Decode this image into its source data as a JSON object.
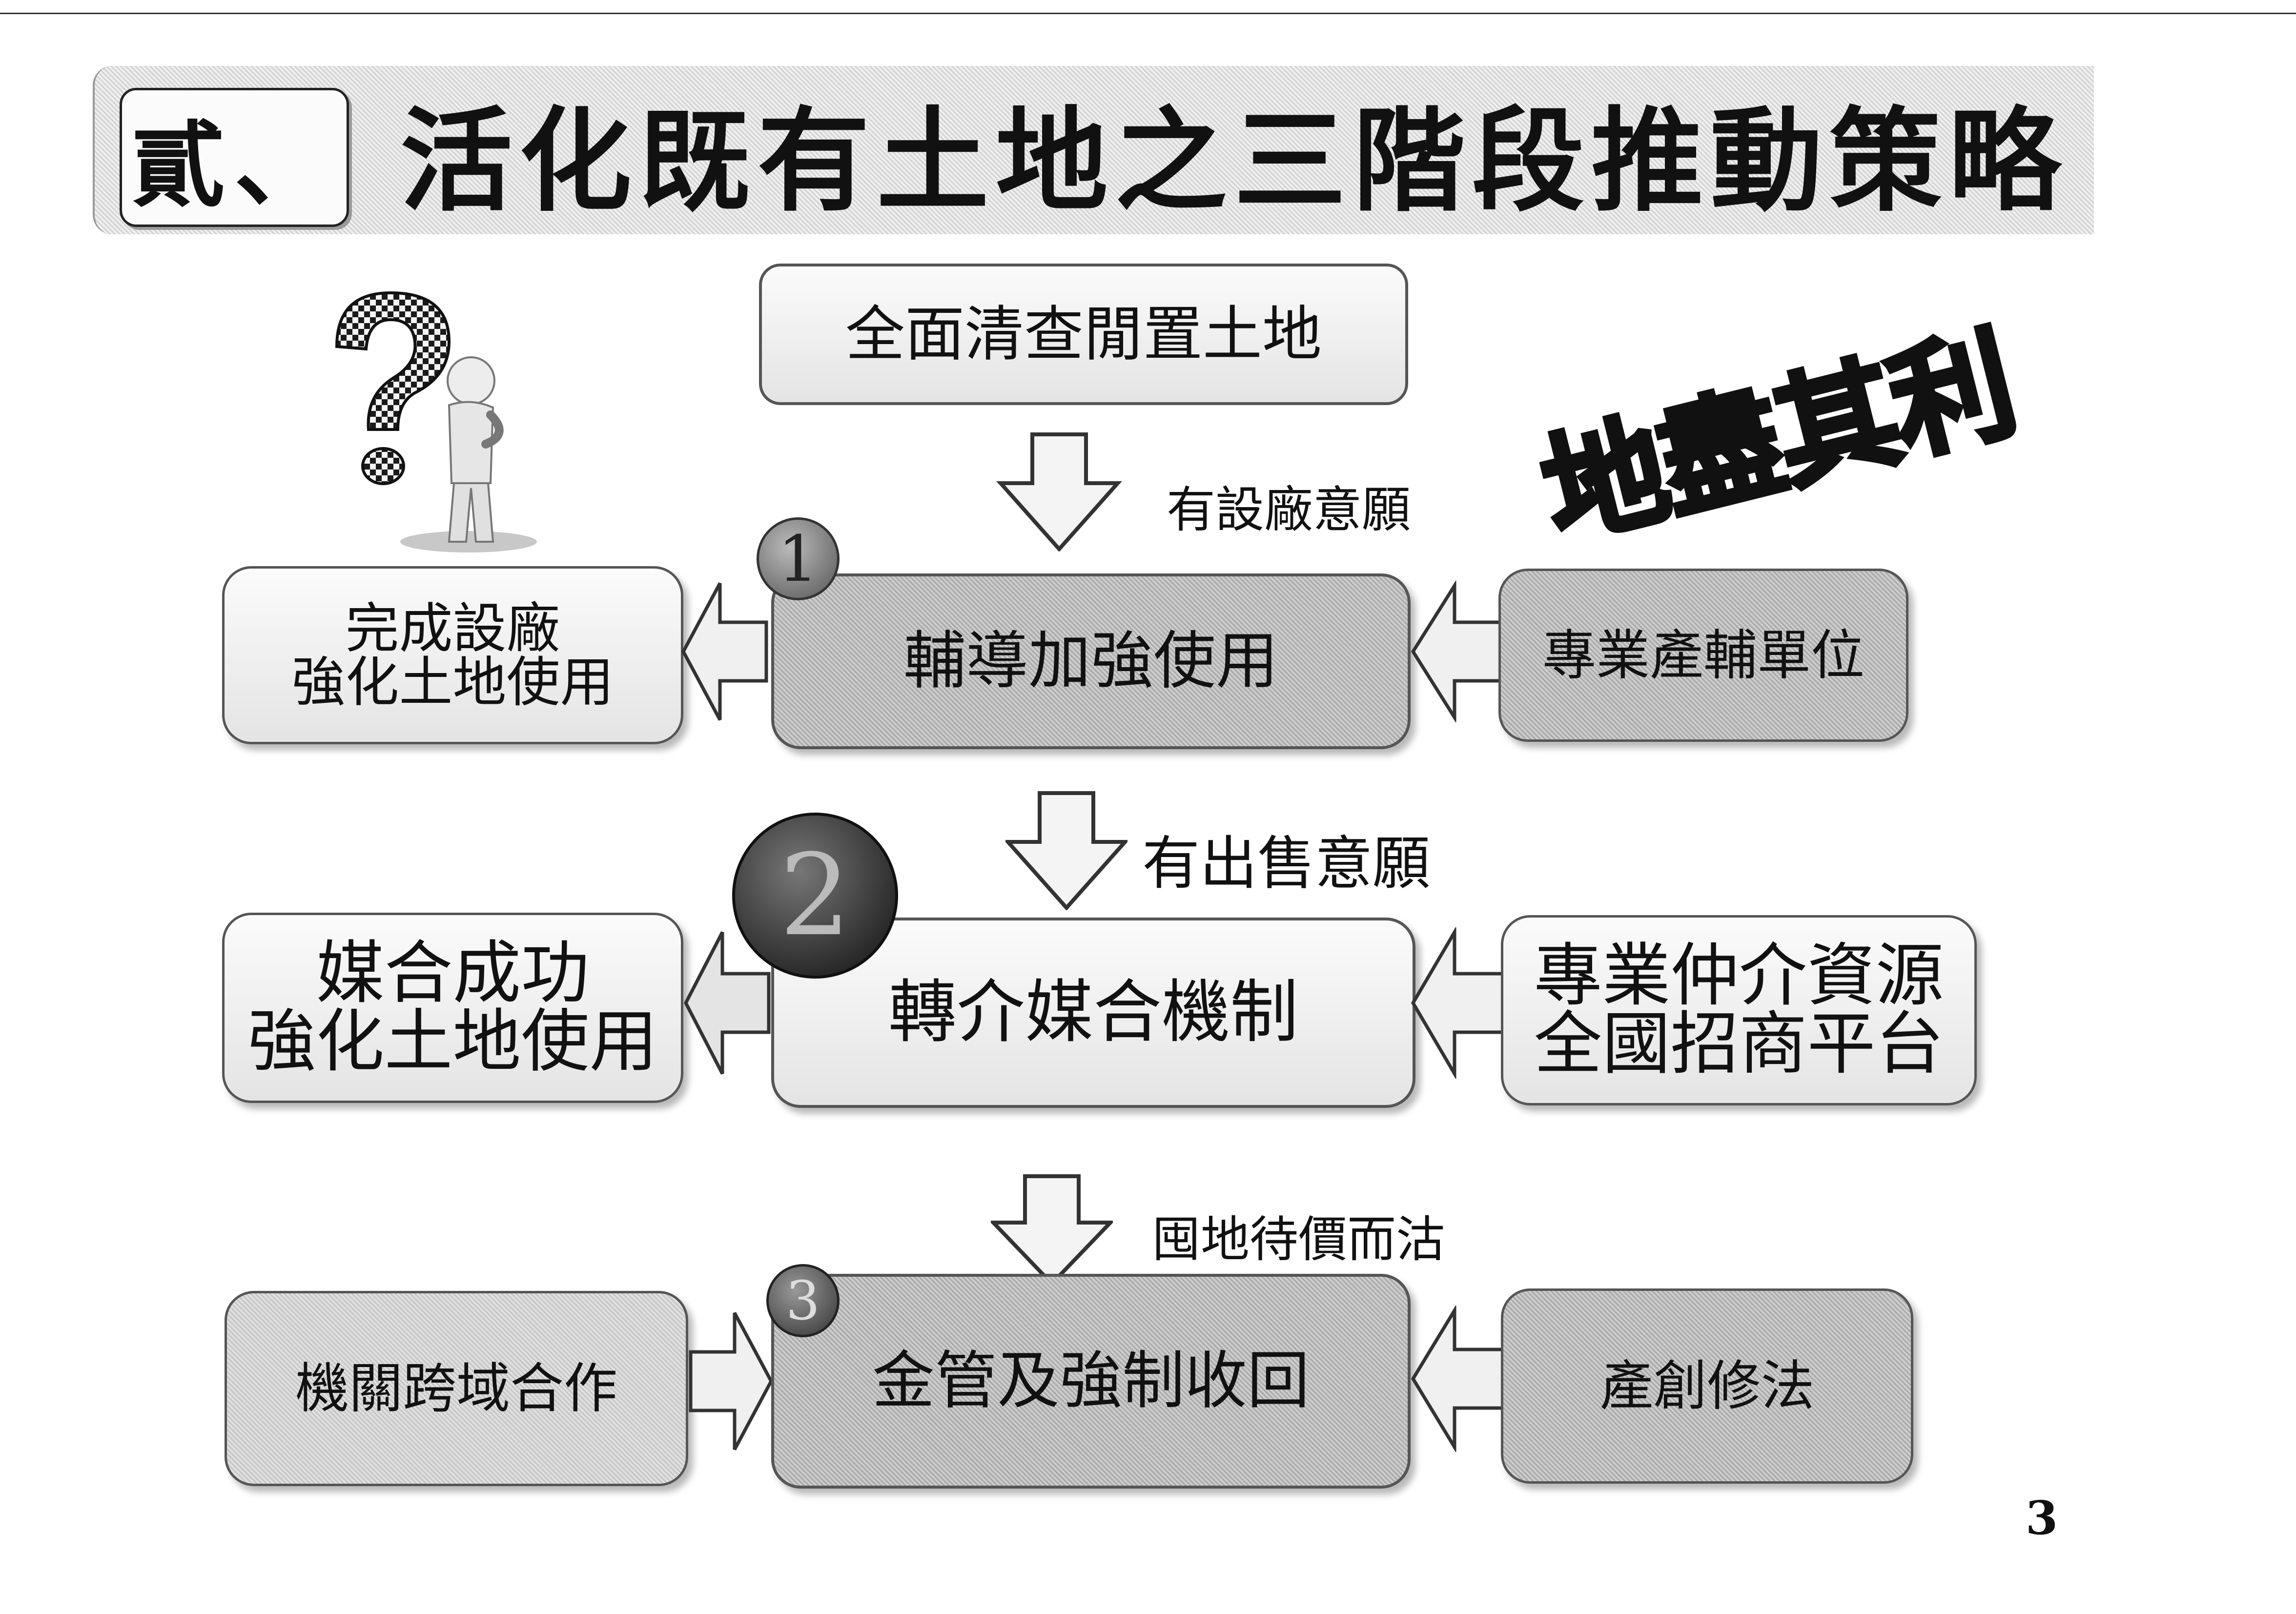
{
  "slide": {
    "section_number": "貳、",
    "title": "活化既有土地之三階段推動策略",
    "page_number": "3"
  },
  "stamp_text": "地盡其利",
  "top_box": "全面清查閒置土地",
  "stages": [
    {
      "badge": "1",
      "arrow_label": "有設廠意願",
      "center": "輔導加強使用",
      "left": [
        "完成設廠",
        "強化土地使用"
      ],
      "right": [
        "專業產輔單位"
      ],
      "left_arrow_direction": "left"
    },
    {
      "badge": "2",
      "arrow_label": "有出售意願",
      "center": "轉介媒合機制",
      "left": [
        "媒合成功",
        "強化土地使用"
      ],
      "right": [
        "專業仲介資源",
        "全國招商平台"
      ],
      "left_arrow_direction": "left"
    },
    {
      "badge": "3",
      "arrow_label": "囤地待價而沽",
      "center": "金管及強制收回",
      "left": [
        "機關跨域合作"
      ],
      "right": [
        "產創修法"
      ],
      "left_arrow_direction": "right"
    }
  ],
  "colors": {
    "dark_fill": "#b7b7b7",
    "light_fill": "#f2f2f2",
    "stroke": "#555555"
  }
}
